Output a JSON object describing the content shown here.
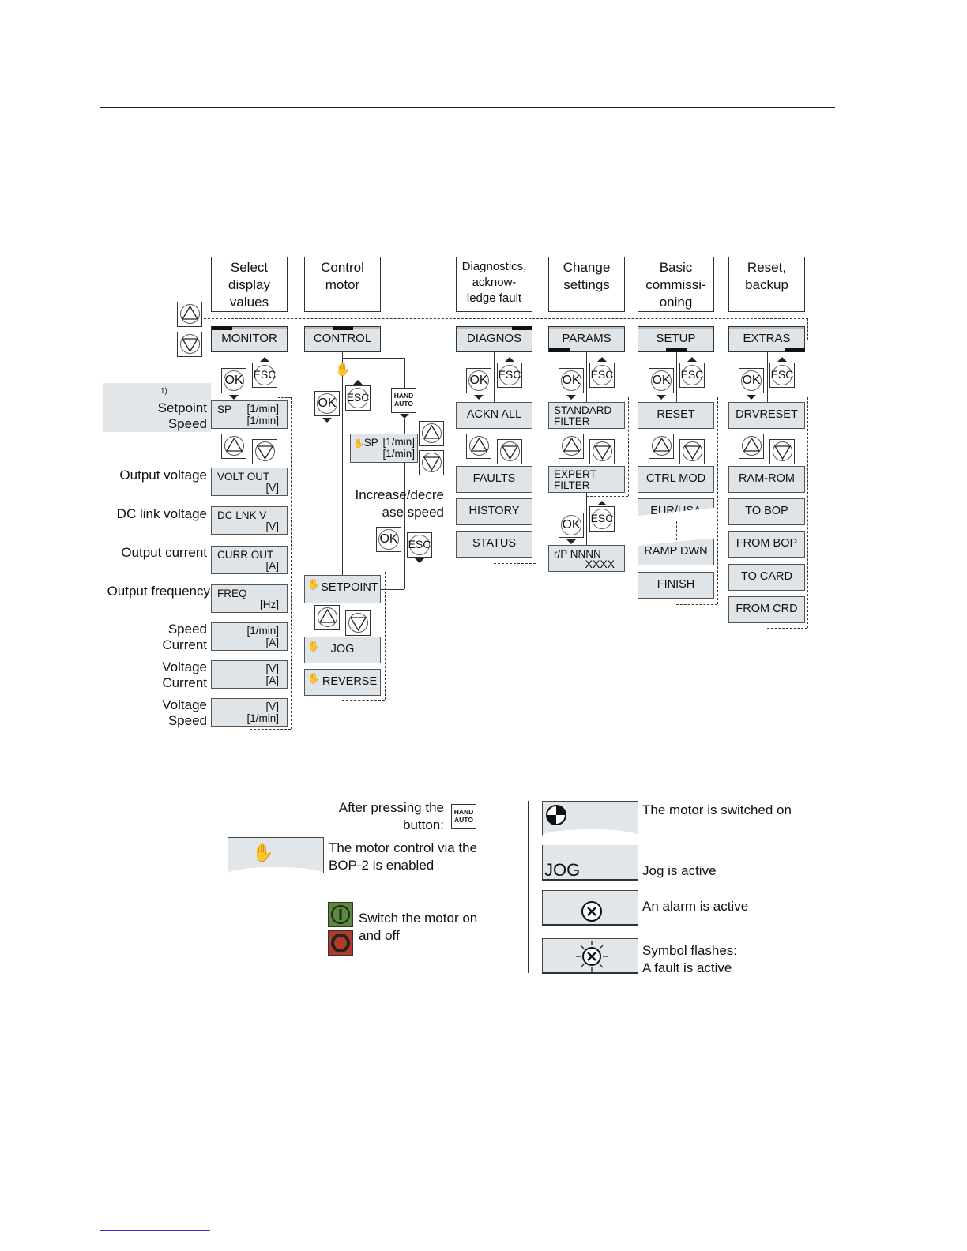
{
  "headers": [
    {
      "lines": [
        "Select",
        "display",
        "values"
      ]
    },
    {
      "lines": [
        "Control",
        "motor"
      ]
    },
    {
      "lines": [
        "Diagnostics,",
        "acknow-",
        "ledge fault"
      ]
    },
    {
      "lines": [
        "Change",
        "settings"
      ]
    },
    {
      "lines": [
        "Basic",
        "commissi-",
        "oning"
      ]
    },
    {
      "lines": [
        "Reset,",
        "backup"
      ]
    }
  ],
  "menus": [
    "MONITOR",
    "CONTROL",
    "DIAGNOS",
    "PARAMS",
    "SETUP",
    "EXTRAS"
  ],
  "buttons": {
    "ok": "OK",
    "esc": "ESC",
    "hand_auto": [
      "HAND",
      "AUTO"
    ]
  },
  "monitor": {
    "footnote": "1)",
    "rows": [
      {
        "label": [
          "Setpoint",
          "Speed"
        ],
        "code": "SP",
        "units": [
          "[1/min]",
          "[1/min]"
        ]
      },
      {
        "label": [
          "Output voltage"
        ],
        "code": "VOLT OUT",
        "units": [
          "[V]"
        ]
      },
      {
        "label": [
          "DC link voltage"
        ],
        "code": "DC LNK V",
        "units": [
          "[V]"
        ]
      },
      {
        "label": [
          "Output current"
        ],
        "code": "CURR OUT",
        "units": [
          "[A]"
        ]
      },
      {
        "label": [
          "Output frequency"
        ],
        "code": "FREQ",
        "units": [
          "[Hz]"
        ]
      },
      {
        "label": [
          "Speed",
          "Current"
        ],
        "code": "",
        "units": [
          "[1/min]",
          "[A]"
        ]
      },
      {
        "label": [
          "Voltage",
          "Current"
        ],
        "code": "",
        "units": [
          "[V]",
          "[A]"
        ]
      },
      {
        "label": [
          "Voltage",
          "Speed"
        ],
        "code": "",
        "units": [
          "[V]",
          "[1/min]"
        ]
      }
    ]
  },
  "control": {
    "sp_display": {
      "code": "SP",
      "units": [
        "[1/min]",
        "[1/min]"
      ]
    },
    "increase_text": [
      "Increase/decre",
      "ase speed"
    ],
    "items": [
      "SETPOINT",
      "JOG",
      "REVERSE"
    ]
  },
  "diagnos": {
    "items": [
      "ACKN ALL",
      "FAULTS",
      "HISTORY",
      "STATUS"
    ]
  },
  "params": {
    "items": [
      [
        "STANDARD",
        "FILTER"
      ],
      [
        "EXPERT",
        "FILTER"
      ]
    ],
    "param_display": [
      "r/P NNNN",
      "XXXX"
    ]
  },
  "setup": {
    "items": [
      "RESET",
      "CTRL MOD",
      "EUR/USA",
      "RAMP DWN",
      "FINISH"
    ]
  },
  "extras": {
    "items": [
      "DRVRESET",
      "RAM-ROM",
      "TO BOP",
      "FROM BOP",
      "TO CARD",
      "FROM CRD"
    ]
  },
  "legend": {
    "after_pressing": [
      "After pressing the",
      "button:"
    ],
    "bop_enabled": [
      "The motor control via the",
      "BOP-2 is enabled"
    ],
    "switch_motor": [
      "Switch the motor on",
      "and off"
    ],
    "motor_on": "The motor is switched on",
    "jog_label": "JOG",
    "jog_active": "Jog is active",
    "alarm_active": "An alarm is active",
    "fault_active": [
      "Symbol flashes:",
      "A fault is active"
    ],
    "switch_on_color": "#5a8a3a",
    "switch_off_color": "#b23a2a"
  }
}
